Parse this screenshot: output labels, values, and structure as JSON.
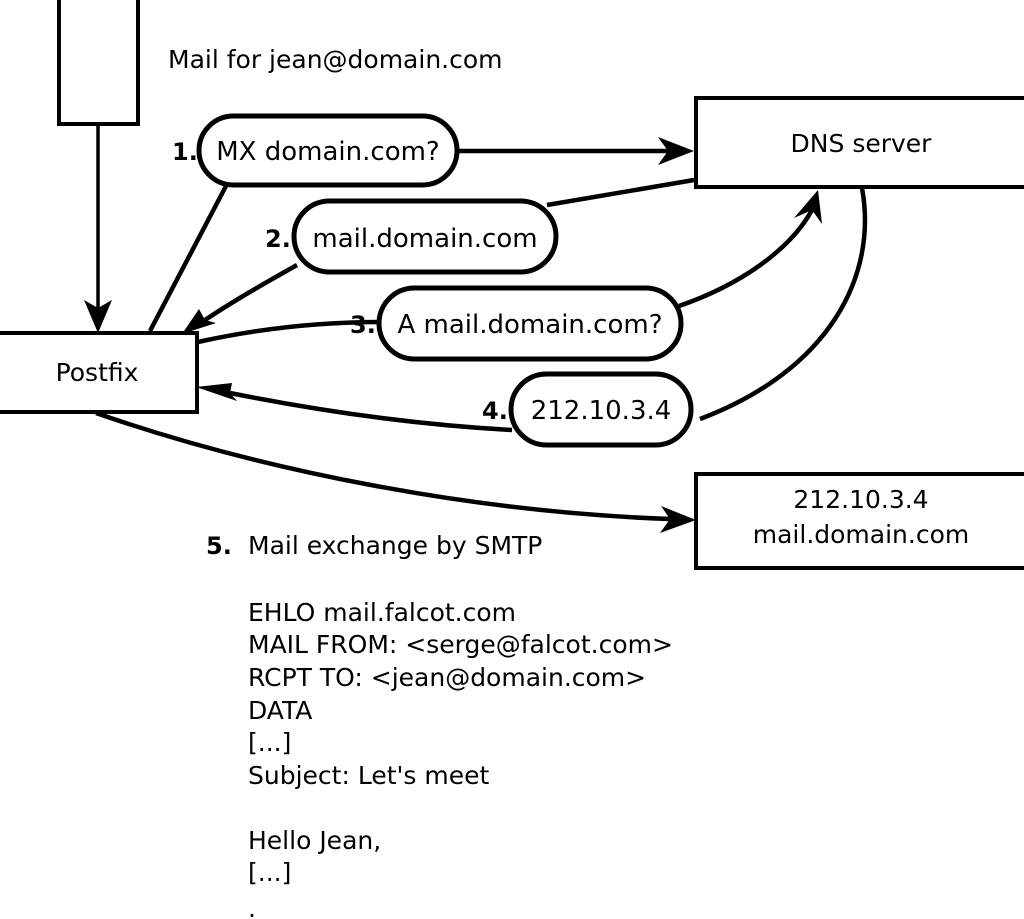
{
  "diagram": {
    "title": "Mail for jean@domain.com",
    "nodes": [
      {
        "id": "sender",
        "label": ""
      },
      {
        "id": "postfix",
        "label": "Postfix"
      },
      {
        "id": "dns",
        "label": "DNS server"
      },
      {
        "id": "target",
        "line1": "212.10.3.4",
        "line2": "mail.domain.com"
      }
    ],
    "steps": [
      {
        "number": "1.",
        "label": "MX domain.com?"
      },
      {
        "number": "2.",
        "label": "mail.domain.com"
      },
      {
        "number": "3.",
        "label": "A mail.domain.com?"
      },
      {
        "number": "4.",
        "label": "212.10.3.4"
      },
      {
        "number": "5.",
        "label": "Mail exchange by SMTP"
      }
    ],
    "transcript": [
      "EHLO mail.falcot.com",
      "MAIL FROM: <serge@falcot.com>",
      "RCPT TO: <jean@domain.com>",
      "DATA",
      "[...]",
      "Subject: Let's meet",
      "",
      "Hello Jean,",
      "[...]",
      "",
      "."
    ],
    "colors": {
      "stroke": "#000000",
      "fill": "#ffffff",
      "text": "#000000"
    }
  }
}
